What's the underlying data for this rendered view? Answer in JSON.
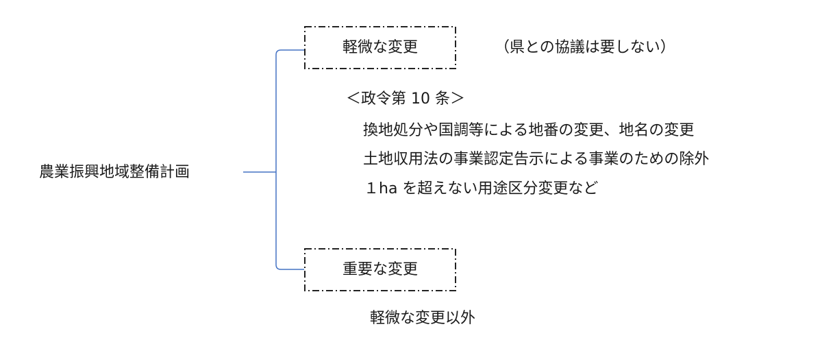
{
  "diagram": {
    "root": {
      "label": "農業振興地域整備計画"
    },
    "minor_change": {
      "label": "軽微な変更",
      "note": "（県との協議は要しない）",
      "ordinance_heading": "＜政令第 10 条＞",
      "examples": [
        "換地処分や国調等による地番の変更、地名の変更",
        "土地収用法の事業認定告示による事業のための除外",
        "１ha を超えない用途区分変更など"
      ]
    },
    "major_change": {
      "label": "重要な変更",
      "description": "軽微な変更以外"
    },
    "colors": {
      "connector": "#4472c4",
      "box_border": "#222222",
      "text": "#1a1a1a"
    }
  }
}
